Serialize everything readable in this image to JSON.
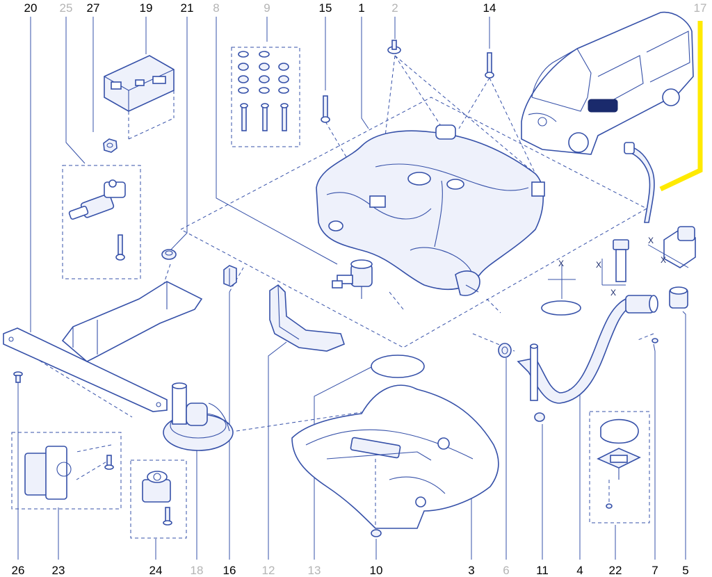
{
  "callouts": {
    "c20": "20",
    "c25": "25",
    "c27": "27",
    "c19": "19",
    "c21": "21",
    "c8": "8",
    "c9": "9",
    "c15": "15",
    "c1": "1",
    "c2": "2",
    "c14": "14",
    "c17": "17",
    "c26": "26",
    "c23": "23",
    "c24": "24",
    "c18": "18",
    "c16": "16",
    "c12": "12",
    "c13": "13",
    "c10": "10",
    "c3": "3",
    "c6": "6",
    "c11": "11",
    "c4": "4",
    "c22": "22",
    "c7": "7",
    "c5": "5"
  },
  "dimension_marks": {
    "x1": "X",
    "x2": "X",
    "x3": "X",
    "x4": "X",
    "x5": "X"
  },
  "colors": {
    "line": "#3550a8",
    "highlight": "#ffea00",
    "label_active": "#000000",
    "label_inactive": "#b4b4b4"
  }
}
